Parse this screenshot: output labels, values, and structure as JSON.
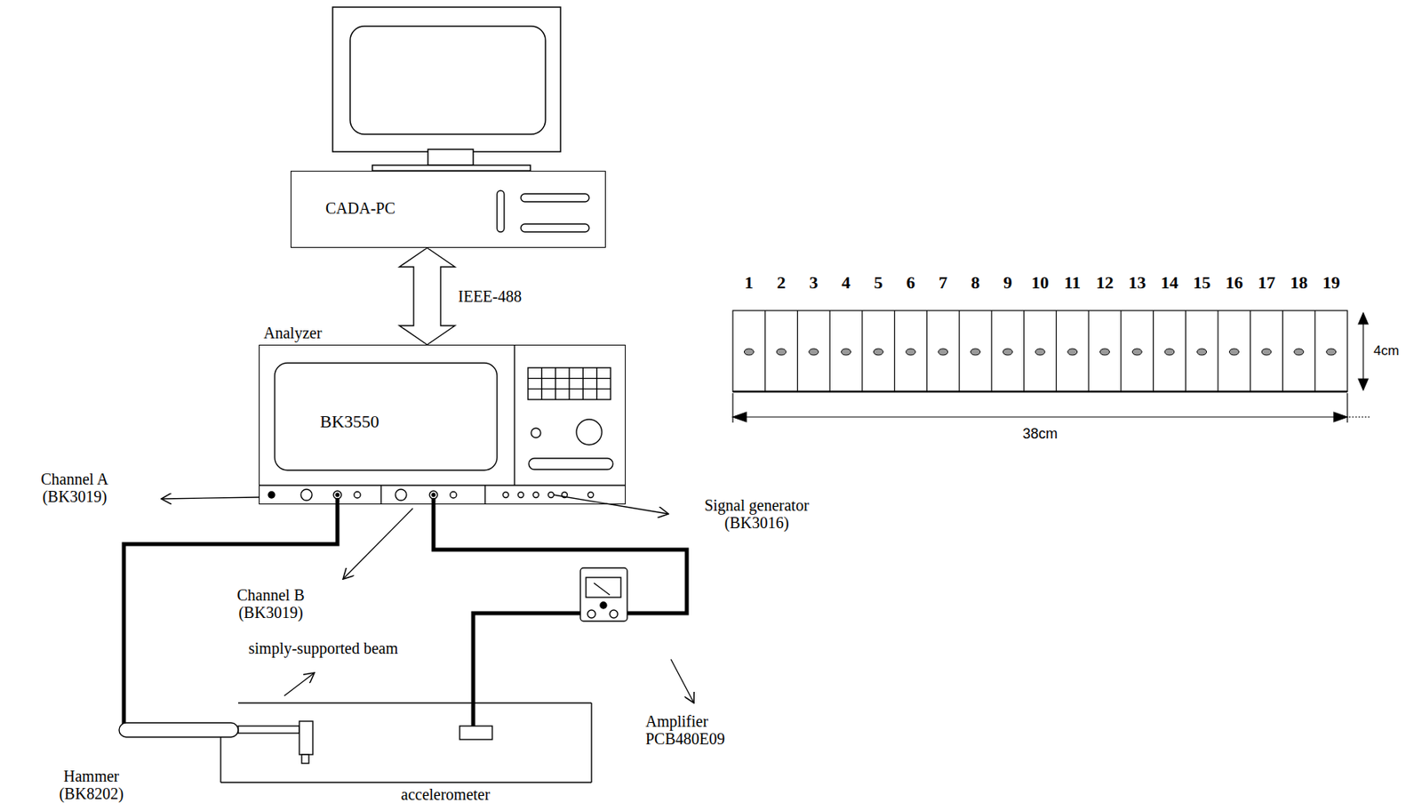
{
  "diagram": {
    "nodes": [
      {
        "text": [
          "CADA-PC"
        ]
      },
      {
        "text": [
          "Analyzer",
          "BK3550"
        ]
      }
    ],
    "edges": [
      {
        "from": 0,
        "to": 1,
        "arrow": "both",
        "label": "IEEE-488"
      }
    ],
    "labels": [
      "Channel A (BK3019)",
      "Channel B (BK3019)",
      "Signal generator (BK3016)",
      "simply-supported beam",
      "Amplifier PCB480E09",
      "Hammer (BK8202)",
      "accelerometer",
      "1",
      "2",
      "3",
      "4",
      "5",
      "6",
      "7",
      "8",
      "9",
      "10",
      "11",
      "12",
      "13",
      "14",
      "15",
      "16",
      "17",
      "18",
      "19",
      "4cm",
      "38cm"
    ]
  }
}
